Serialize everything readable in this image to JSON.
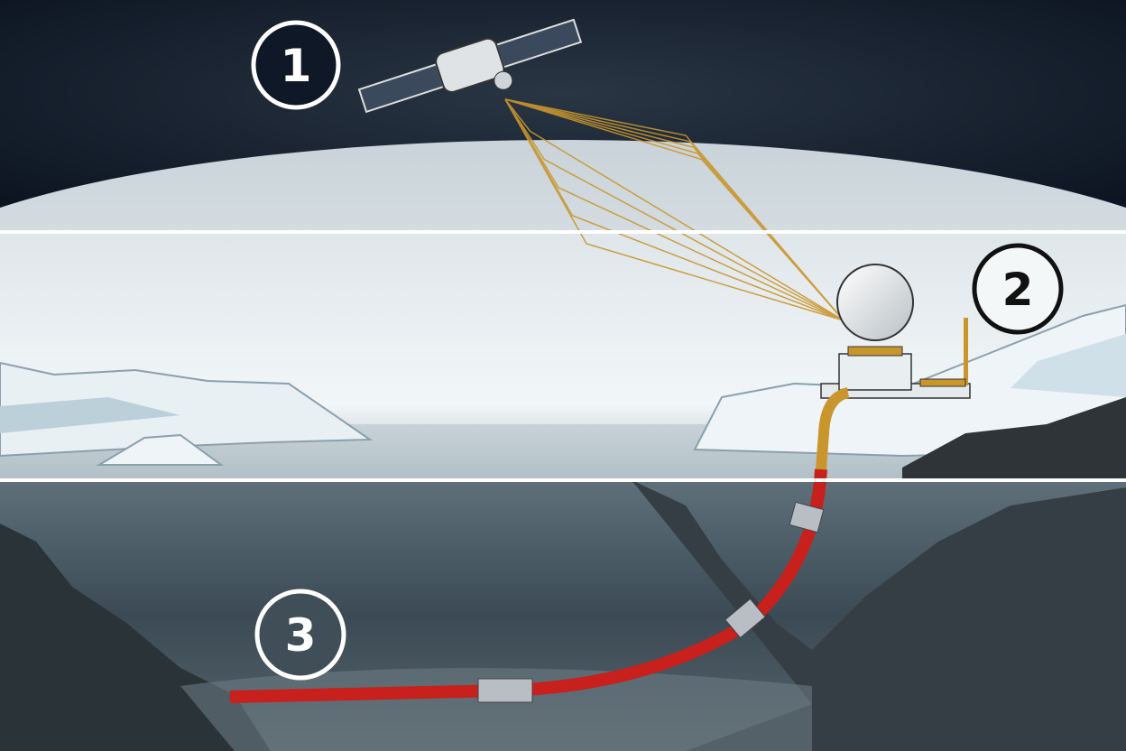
{
  "markers": [
    {
      "label": "1",
      "meaning": "satellite"
    },
    {
      "label": "2",
      "meaning": "ground-station"
    },
    {
      "label": "3",
      "meaning": "subsea-cable"
    }
  ],
  "colors": {
    "sky": "#0d1624",
    "horizon": "#dfe6ea",
    "ice": "#eef4f7",
    "water": "#3a4c58",
    "seabed": "#2a3338",
    "beam": "#c9962e",
    "cable": "#c8201c",
    "cable_joint": "#b8bec4"
  }
}
